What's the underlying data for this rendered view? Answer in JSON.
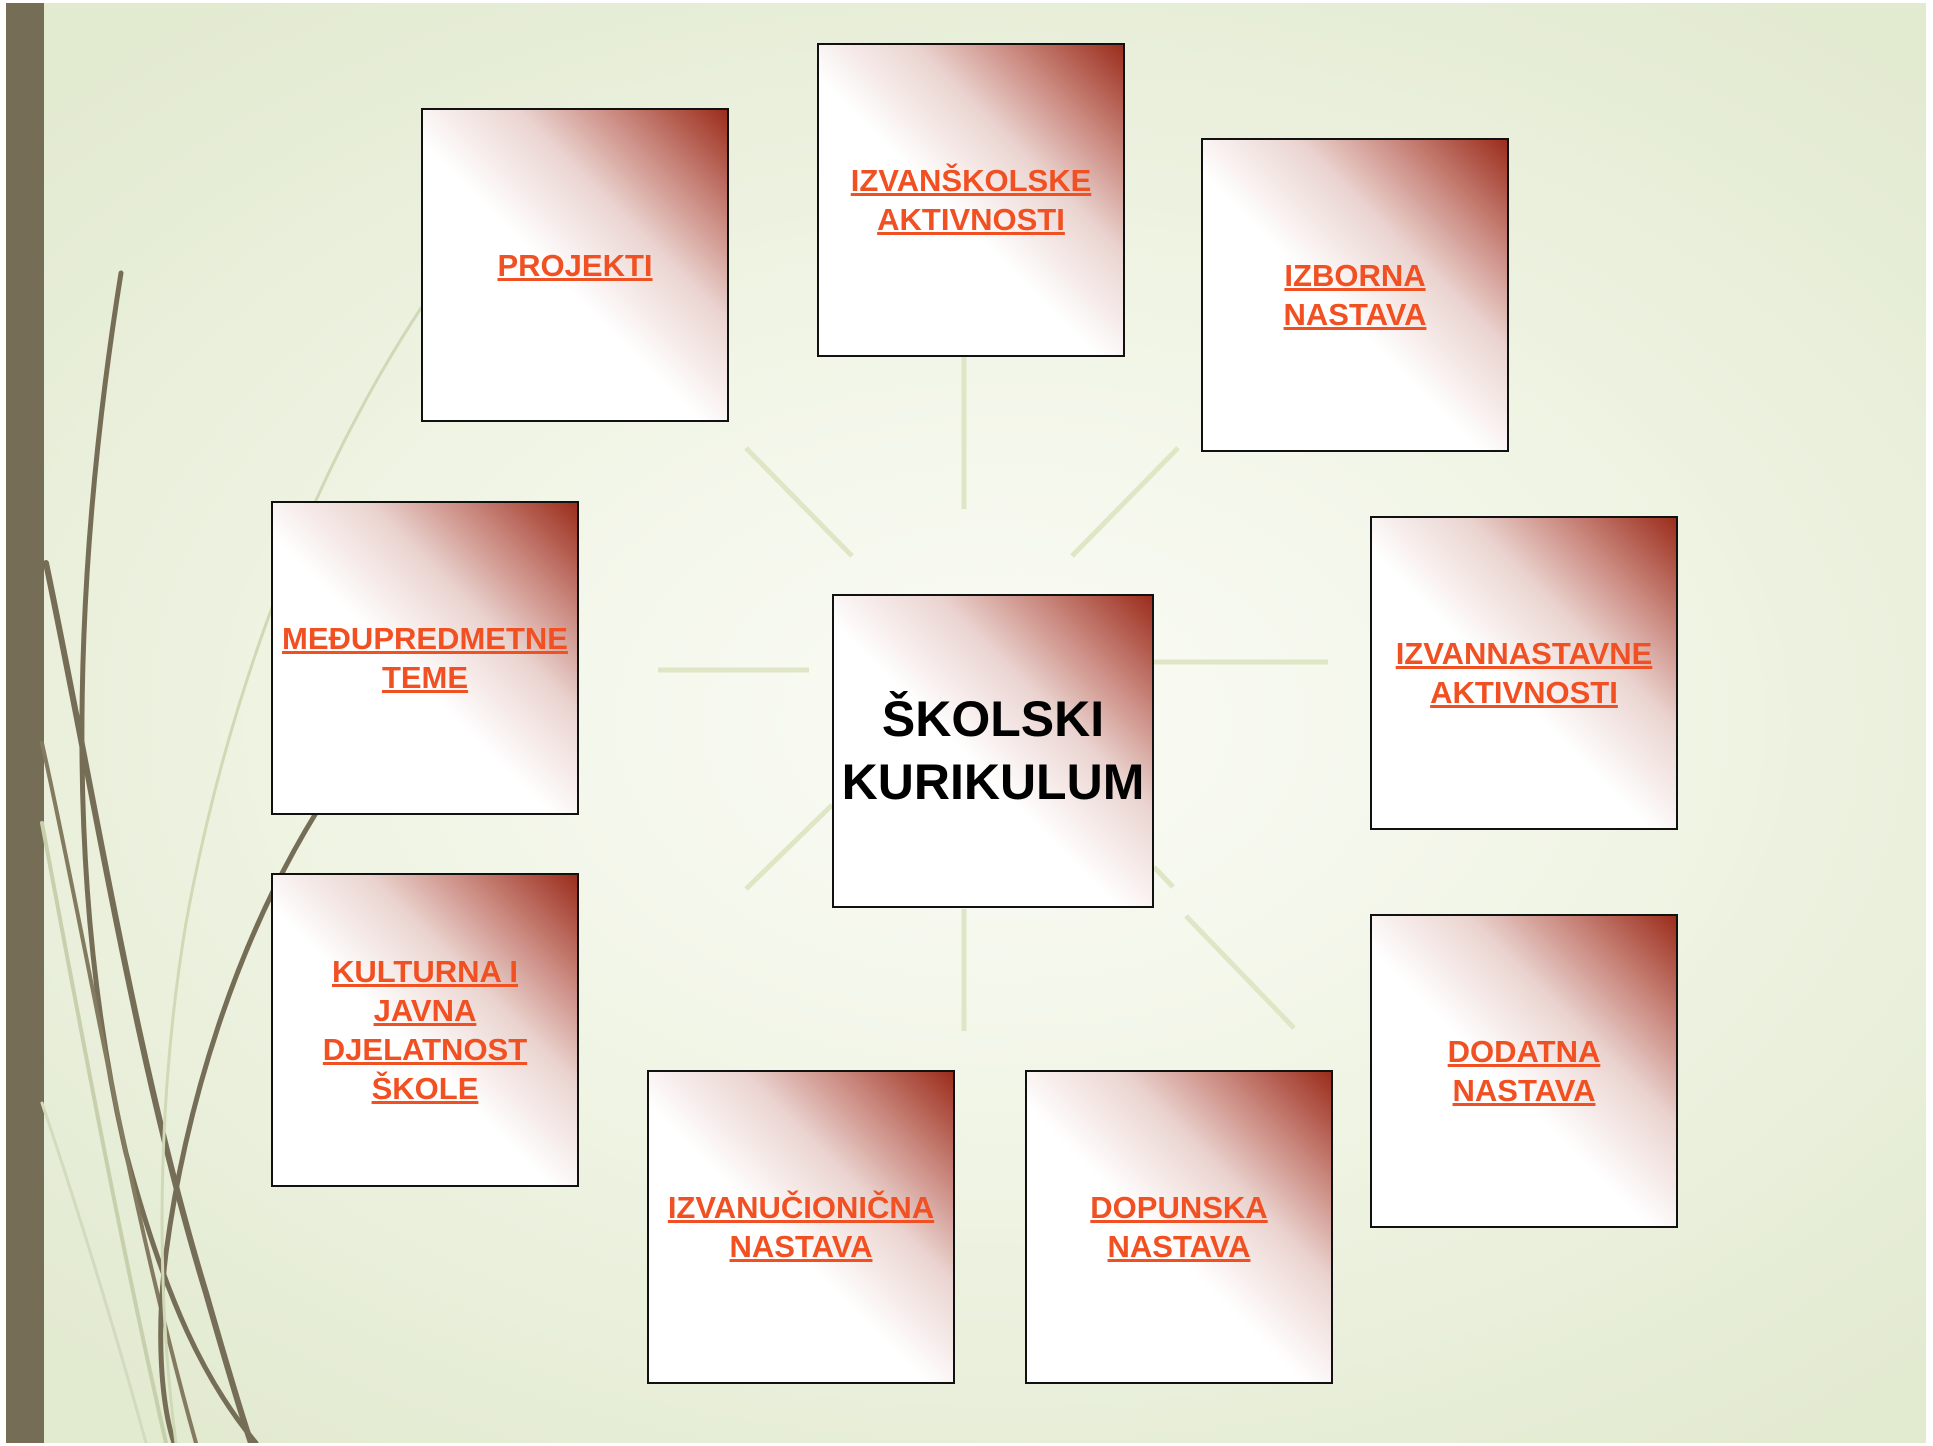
{
  "diagram": {
    "center": {
      "label": "ŠKOLSKI\nKURIKULUM"
    },
    "nodes": [
      {
        "id": "projekti",
        "label": "PROJEKTI"
      },
      {
        "id": "izvanskolske",
        "label": "IZVANŠKOLSKE \nAKTIVNOSTI"
      },
      {
        "id": "izborna",
        "label": "IZBORNA\nNASTAVA"
      },
      {
        "id": "meduпредметne",
        "label": "MEĐUPREDMETNE\nTEME"
      },
      {
        "id": "izvannastavne",
        "label": "IZVANNASTAVNE\nAKTIVNOSTI"
      },
      {
        "id": "kulturna",
        "label": "KULTURNA I \nJAVNA\nDJELATNOST\nŠKOLE"
      },
      {
        "id": "dodatna",
        "label": "DODATNA\nNASTAVA"
      },
      {
        "id": "izvanucionicna",
        "label": "IZVANUČIONIČNA\nNASTAVA"
      },
      {
        "id": "dopunska",
        "label": "DOPUNSKA \nNASTAVA"
      }
    ]
  },
  "colors": {
    "background": "#eef3e2",
    "accent_bar": "#756d56",
    "node_text": "#f05022",
    "center_text": "#000000",
    "connector": "#dfe6c6",
    "box_gradient_dark": "#9b2d1c"
  }
}
